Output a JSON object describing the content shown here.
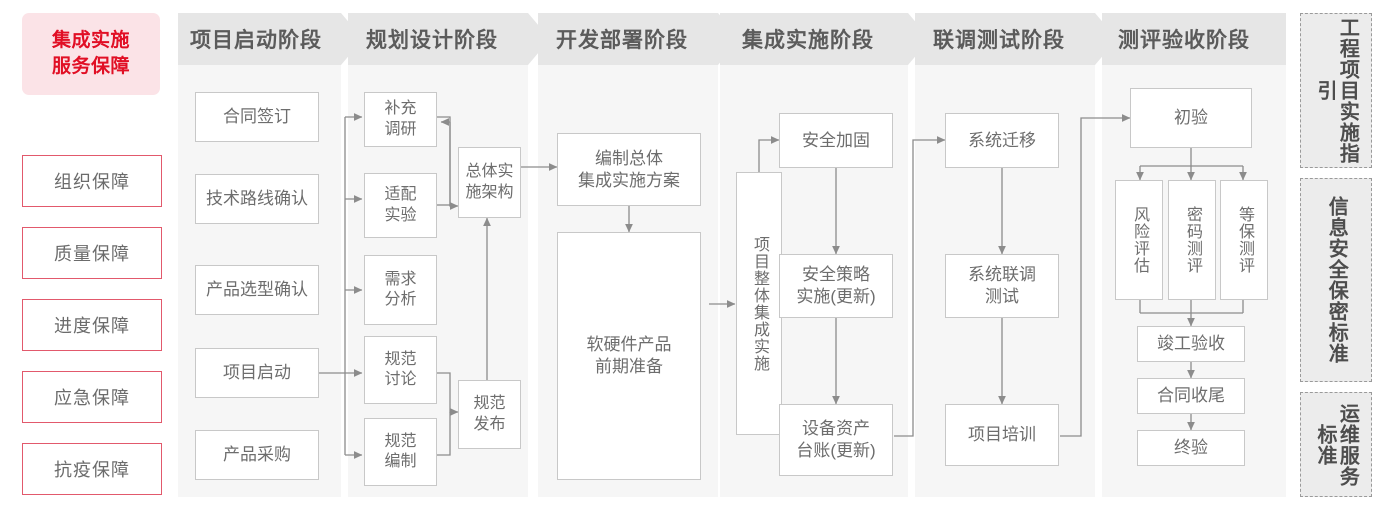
{
  "left_panel": {
    "title": "集成实施\n服务保障",
    "title_line1": "集成实施",
    "title_line2": "服务保障",
    "items": [
      {
        "label": "组织保障"
      },
      {
        "label": "质量保障"
      },
      {
        "label": "进度保障"
      },
      {
        "label": "应急保障"
      },
      {
        "label": "抗疫保障"
      }
    ],
    "colors": {
      "title_bg": "#fbe3e7",
      "title_text": "#e10f25",
      "item_border": "#e2596c"
    }
  },
  "stages": [
    {
      "id": "stage-1",
      "header": "项目启动阶段",
      "nodes": [
        {
          "id": "n-hetongqianding",
          "label": "合同签订"
        },
        {
          "id": "n-jishuluxian",
          "label": "技术路线确认"
        },
        {
          "id": "n-chanpinxuanxing",
          "label": "产品选型确认"
        },
        {
          "id": "n-xiangmuqidong",
          "label": "项目启动"
        },
        {
          "id": "n-chanpincaigou",
          "label": "产品采购"
        }
      ]
    },
    {
      "id": "stage-2",
      "header": "规划设计阶段",
      "nodes": [
        {
          "id": "n-buchongdiaoyan",
          "label": "补充\n调研",
          "l1": "补充",
          "l2": "调研"
        },
        {
          "id": "n-shipeishiyan",
          "label": "适配\n实验",
          "l1": "适配",
          "l2": "实验"
        },
        {
          "id": "n-xuqiufenxi",
          "label": "需求\n分析",
          "l1": "需求",
          "l2": "分析"
        },
        {
          "id": "n-guifantaolun",
          "label": "规范\n讨论",
          "l1": "规范",
          "l2": "讨论"
        },
        {
          "id": "n-guifanbianzhi",
          "label": "规范\n编制",
          "l1": "规范",
          "l2": "编制"
        },
        {
          "id": "n-zongtishishi",
          "label": "总体实\n施架构",
          "l1": "总体实",
          "l2": "施架构"
        },
        {
          "id": "n-guifanfabu",
          "label": "规范\n发布",
          "l1": "规范",
          "l2": "发布"
        }
      ]
    },
    {
      "id": "stage-3",
      "header": "开发部署阶段",
      "nodes": [
        {
          "id": "n-bianzhizongti",
          "label": "编制总体\n集成实施方案",
          "l1": "编制总体",
          "l2": "集成实施方案"
        },
        {
          "id": "n-ruanyingjian",
          "label": "软硬件产品\n前期准备",
          "l1": "软硬件产品",
          "l2": "前期准备"
        }
      ]
    },
    {
      "id": "stage-4",
      "header": "集成实施阶段",
      "nodes": [
        {
          "id": "n-xiangmuzhengti",
          "label": "项目整体集成实施",
          "vertical": true
        },
        {
          "id": "n-anquanjiagu",
          "label": "安全加固"
        },
        {
          "id": "n-anquancelue",
          "label": "安全策略\n实施(更新)",
          "l1": "安全策略",
          "l2": "实施(更新)"
        },
        {
          "id": "n-shebeizichan",
          "label": "设备资产\n台账(更新)",
          "l1": "设备资产",
          "l2": "台账(更新)"
        }
      ]
    },
    {
      "id": "stage-5",
      "header": "联调测试阶段",
      "nodes": [
        {
          "id": "n-xitongqianyi",
          "label": "系统迁移"
        },
        {
          "id": "n-xitongliantiao",
          "label": "系统联调\n测试",
          "l1": "系统联调",
          "l2": "测试"
        },
        {
          "id": "n-xiangmupeixun",
          "label": "项目培训"
        }
      ]
    },
    {
      "id": "stage-6",
      "header": "测评验收阶段",
      "nodes": [
        {
          "id": "n-chuyan",
          "label": "初验"
        },
        {
          "id": "n-fengxianpinggu",
          "label": "风险评估",
          "vertical": true
        },
        {
          "id": "n-mimaceping",
          "label": "密码测评",
          "vertical": true
        },
        {
          "id": "n-dengbaoceping",
          "label": "等保测评",
          "vertical": true
        },
        {
          "id": "n-jungongyanshou",
          "label": "竣工验收"
        },
        {
          "id": "n-hetongshouwei",
          "label": "合同收尾"
        },
        {
          "id": "n-zhongyan",
          "label": "终验"
        }
      ]
    }
  ],
  "right_panels": [
    {
      "id": "rp-gongcheng",
      "label": "工程项目实施指引"
    },
    {
      "id": "rp-xinxi",
      "label": "信息安全保密标准"
    },
    {
      "id": "rp-yunwei",
      "label": "运维服务标准"
    }
  ],
  "theme": {
    "panel_bg": "#f6f6f6",
    "header_bg": "#e6e6e6",
    "box_border": "#c8c8c8",
    "text": "#6d6d6d",
    "connector": "#8c8c8c"
  }
}
